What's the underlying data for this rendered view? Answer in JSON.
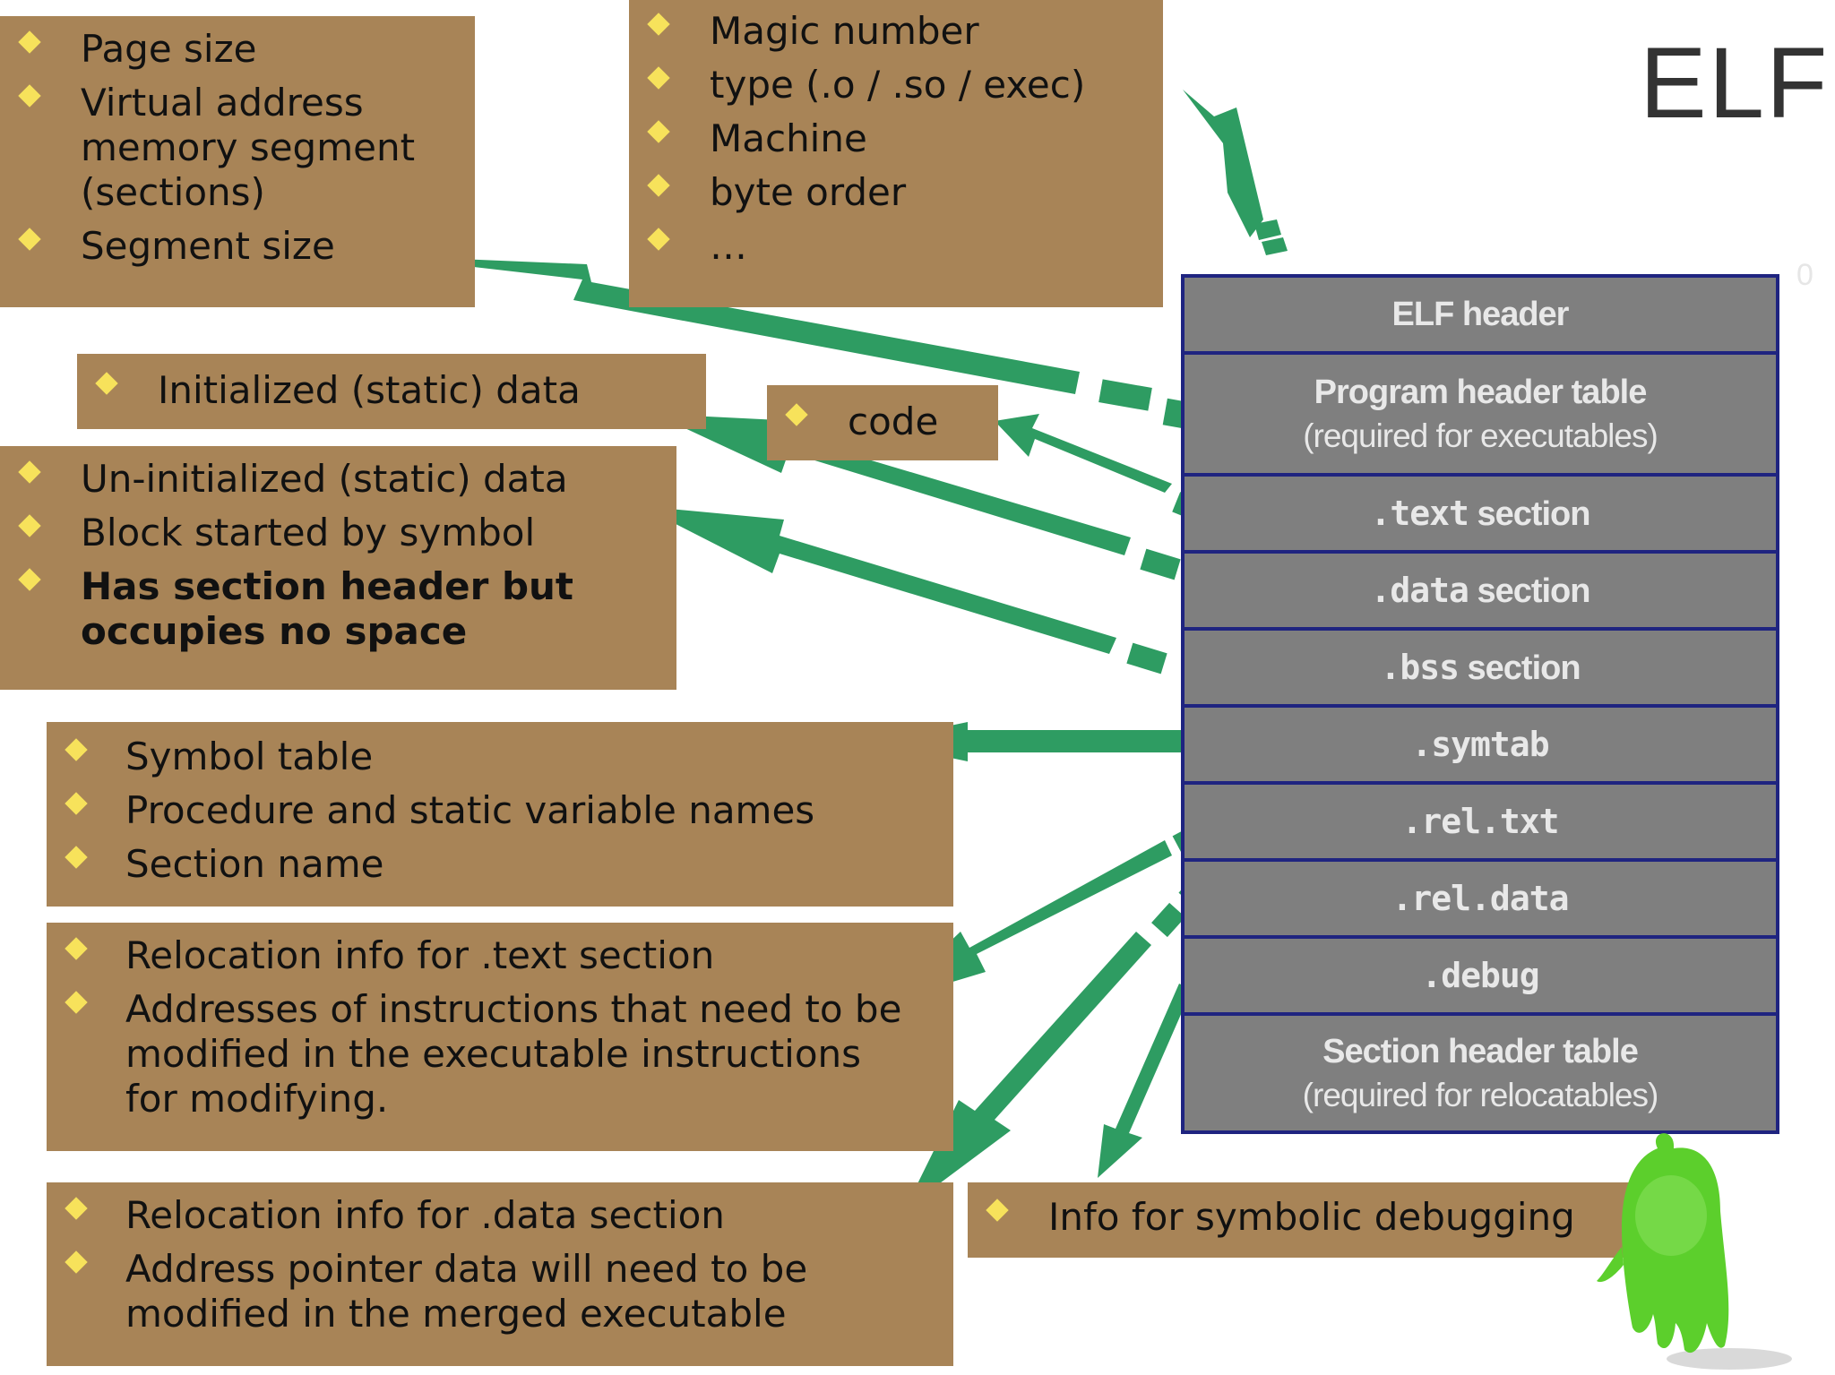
{
  "title": "ELF",
  "corner_mark": "0",
  "elf_table": [
    {
      "main": "ELF header",
      "sub": ""
    },
    {
      "main": "Program header table",
      "sub": "(required for executables)"
    },
    {
      "mono": ".text",
      "rest": " section"
    },
    {
      "mono": ".data",
      "rest": " section"
    },
    {
      "mono": ".bss",
      "rest": " section"
    },
    {
      "mono": ".symtab",
      "rest": ""
    },
    {
      "mono": ".rel.txt",
      "rest": ""
    },
    {
      "mono": ".rel.data",
      "rest": ""
    },
    {
      "mono": ".debug",
      "rest": ""
    },
    {
      "main": "Section header table",
      "sub": "(required for relocatables)"
    }
  ],
  "boxes": {
    "program_header": {
      "items": [
        "Page size",
        "Virtual address memory segment (sections)",
        "Segment size"
      ]
    },
    "elf_header": {
      "items": [
        "Magic number",
        "type (.o / .so / exec)",
        "Machine",
        "byte order",
        "…"
      ]
    },
    "data": {
      "items": [
        "Initialized (static) data"
      ]
    },
    "code": {
      "items": [
        "code"
      ]
    },
    "bss": {
      "items": [
        "Un-initialized (static) data",
        "Block started by symbol",
        "Has section header but occupies no space"
      ]
    },
    "symtab": {
      "items": [
        "Symbol table",
        "Procedure and static variable names",
        "Section name"
      ]
    },
    "rel_text": {
      "items": [
        "Relocation info for .text section",
        "Addresses of instructions that need to be modified in the executable instructions for modifying."
      ]
    },
    "rel_data": {
      "items": [
        "Relocation info for .data section",
        "Address pointer data will need to be modified in the merged executable"
      ]
    },
    "debug": {
      "items": [
        "Info for symbolic debugging"
      ]
    }
  },
  "colors": {
    "box_fill": "#a88457",
    "bullet": "#f7e25b",
    "table_fill": "#7f7f7f",
    "table_border": "#1f2480",
    "arrow": "#2e9c62",
    "mascot": "#5ccf2c"
  },
  "icons": [
    "diamond-bullet-icon",
    "green-arrow-icon",
    "alien-mascot-icon"
  ]
}
